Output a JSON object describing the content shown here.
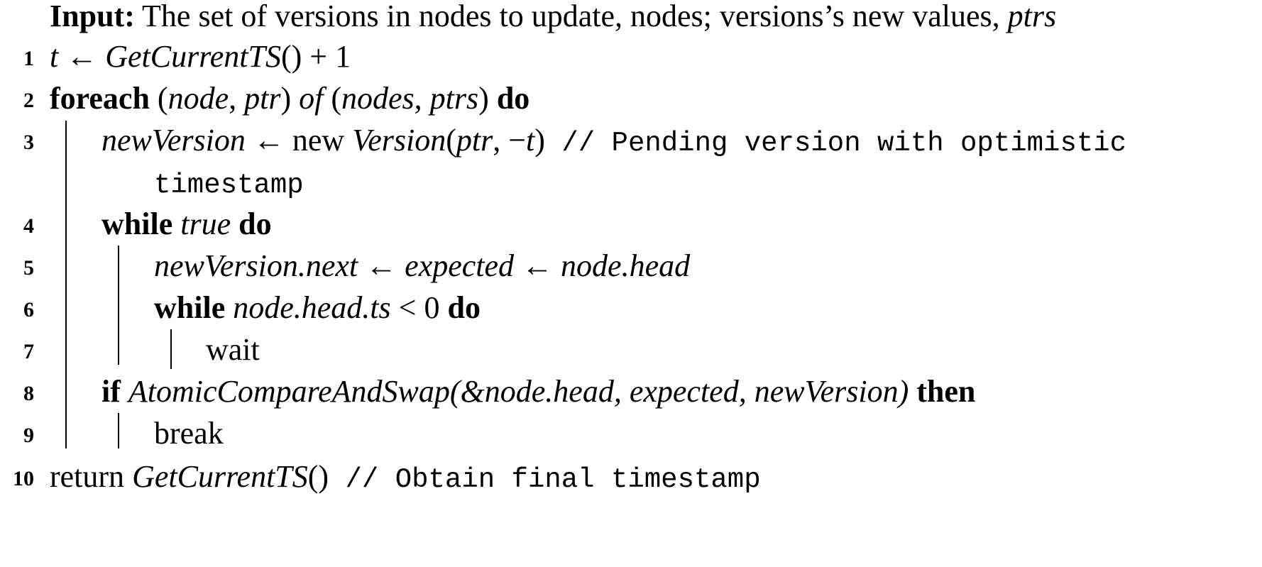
{
  "input": {
    "label": "Input:",
    "text": " The set of versions in nodes to update, nodes; versions’s new values, ",
    "var": "ptrs"
  },
  "lines": {
    "l1": {
      "num": "1",
      "a": "t",
      "b": " ← ",
      "c": "GetCurrentTS",
      "d": "() + 1"
    },
    "l2": {
      "num": "2",
      "kw1": "foreach",
      "a": " (",
      "b": "node",
      "c": ", ",
      "d": "ptr",
      "e": ") ",
      "f": "of",
      "g": " (",
      "h": "nodes",
      "i": ", ",
      "j": "ptrs",
      "k": ") ",
      "kw2": "do"
    },
    "l3": {
      "num": "3",
      "a": "newVersion",
      "b": " ← new ",
      "c": "Version",
      "d": "(",
      "e": "ptr",
      "f": ", −",
      "g": "t",
      "h": ")",
      "comment1": " // Pending version with optimistic"
    },
    "l3b": {
      "comment2": "timestamp"
    },
    "l4": {
      "num": "4",
      "kw1": "while",
      "a": "true",
      "kw2": "do"
    },
    "l5": {
      "num": "5",
      "a": "newVersion.next",
      "b": " ← ",
      "c": "expected",
      "d": " ← ",
      "e": "node.head"
    },
    "l6": {
      "num": "6",
      "kw1": "while",
      "a": "node.head.ts",
      "b": " < 0 ",
      "kw2": "do"
    },
    "l7": {
      "num": "7",
      "a": "wait"
    },
    "l8": {
      "num": "8",
      "kw1": "if",
      "a": "AtomicCompareAndSwap",
      "b": "(&",
      "c": "node.head, expected, newVersion",
      "d": ")",
      "kw2": "then"
    },
    "l9": {
      "num": "9",
      "a": "break"
    },
    "l10": {
      "num": "10",
      "a": "return ",
      "b": "GetCurrentTS",
      "c": "()",
      "comment": " // Obtain final timestamp"
    }
  }
}
